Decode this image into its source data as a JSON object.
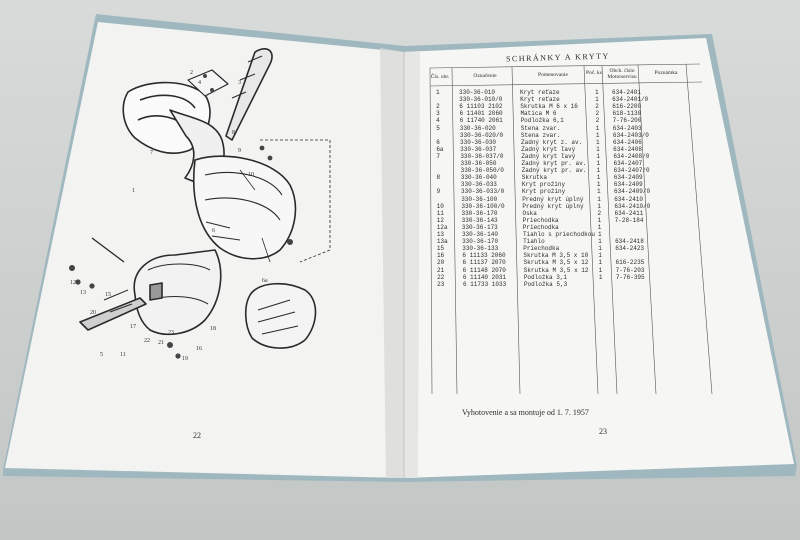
{
  "right_page": {
    "title": "SCHRÁNKY A KRYTY",
    "columns": [
      "Čís. obr.",
      "Označenie",
      "Pomenovanie",
      "Poč. ks",
      "Obch. číslo Motorservisu",
      "Poznámka"
    ],
    "rows": [
      [
        "1",
        "330-36-010",
        "Kryt reťaze",
        "1",
        "634-2401"
      ],
      [
        "",
        "330-36-010/0",
        "Kryt reťaze",
        "1",
        "634-2401/0"
      ],
      [
        "2",
        "6 11103 2102",
        "Skrutka M 6 x 16",
        "2",
        "616-2200"
      ],
      [
        "3",
        "6 11401 2060",
        "Matica M 6",
        "2",
        "618-1130"
      ],
      [
        "4",
        "6 11740 2061",
        "Podložka 6,1",
        "2",
        "7-76-200"
      ],
      [
        "5",
        "330-36-020",
        "Stena zvar.",
        "1",
        "634-2403"
      ],
      [
        "",
        "330-36-020/0",
        "Stena zvar.",
        "1",
        "634-2403/0"
      ],
      [
        "6",
        "330-36-030",
        "Zadný kryt z. av.",
        "1",
        "634-2406"
      ],
      [
        "6a",
        "330-36-037",
        "Zadný kryt ľavý",
        "1",
        "634-2408"
      ],
      [
        "7",
        "330-36-037/0",
        "Zadný kryt ľavý",
        "1",
        "634-2408/0"
      ],
      [
        "",
        "330-36-050",
        "Zadný kryt pr. av.",
        "1",
        "634-2407"
      ],
      [
        "",
        "330-36-050/0",
        "Zadný kryt pr. av.",
        "1",
        "634-2407/0"
      ],
      [
        "8",
        "330-36-040",
        "Skrutka",
        "1",
        "634-2409"
      ],
      [
        "",
        "330-36-033",
        "Kryt prožiny",
        "1",
        "634-2409"
      ],
      [
        "9",
        "330-36-033/0",
        "Kryt prožiny",
        "1",
        "634-2409/0"
      ],
      [
        "",
        "330-36-100",
        "Predný kryt úplný",
        "1",
        "634-2410"
      ],
      [
        "10",
        "330-36-100/0",
        "Predný kryt úplný",
        "1",
        "634-2410/0"
      ],
      [
        "11",
        "330-36-170",
        "Oska",
        "2",
        "634-2411"
      ],
      [
        "12",
        "330-36-143",
        "Priechodka",
        "1",
        "7-28-184"
      ],
      [
        "12a",
        "330-36-173",
        "Priechodka",
        "1",
        ""
      ],
      [
        "13",
        "330-36-140",
        "Tiahlo s priechodkou",
        "1",
        ""
      ],
      [
        "13a",
        "330-36-170",
        "Tiahlo",
        "1",
        "634-2418"
      ],
      [
        "15",
        "330-36-133",
        "Priechodka",
        "1",
        "634-2423"
      ],
      [
        "16",
        "6 11133 2060",
        "Skrutka M 3,5 x 10",
        "1",
        ""
      ],
      [
        "20",
        "6 11137 2070",
        "Skrutka M 3,5 x 12",
        "1",
        "616-2235"
      ],
      [
        "21",
        "6 11148 2070",
        "Skrutka M 3,5 x 12",
        "1",
        "7-76-203"
      ],
      [
        "22",
        "6 11140 2031",
        "Podložka 3,1",
        "1",
        "7-76-395"
      ],
      [
        "23",
        "6 11733 1033",
        "Podložka 5,3",
        "",
        ""
      ]
    ],
    "footer_note": "Vyhotovenie a sa montuje od 1. 7. 1957",
    "page_number": "23"
  },
  "left_page": {
    "page_number": "22",
    "callouts": [
      "1",
      "2",
      "3",
      "4",
      "5",
      "6",
      "6a",
      "7",
      "8",
      "9",
      "10",
      "11",
      "12",
      "13",
      "15",
      "16",
      "20",
      "21",
      "22",
      "23",
      "17",
      "18",
      "19"
    ]
  },
  "colors": {
    "paper": "#f4f4f2",
    "paper_shadow": "#dcdedc",
    "ink": "#2d2d2d",
    "background": "#c9cccb",
    "cover_edge": "#9fb8c0"
  }
}
